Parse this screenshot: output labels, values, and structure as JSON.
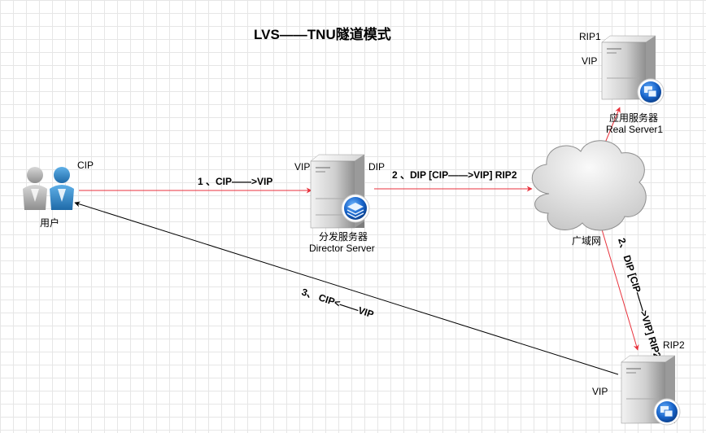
{
  "title": "LVS——TNU隧道模式",
  "user": {
    "label": "用户",
    "ip": "CIP"
  },
  "director": {
    "name_cn": "分发服务器",
    "name_en": "Director Server",
    "vip": "VIP",
    "dip": "DIP"
  },
  "wan": {
    "label": "广域网"
  },
  "real_server1": {
    "name_cn": "应用服务器",
    "name_en": "Real Server1",
    "rip": "RIP1",
    "vip": "VIP"
  },
  "real_server2": {
    "rip": "RIP2",
    "vip": "VIP"
  },
  "arrows": {
    "step1": "1 、CIP——>VIP",
    "step2a": "2 、DIP [CIP——>VIP] RIP2",
    "step2b": "2、 DIP [CIP——>VIP] RIP2",
    "step3": "3、 CIP<——VIP"
  },
  "colors": {
    "request_arrow": "#e8323c",
    "response_arrow": "#000000"
  }
}
